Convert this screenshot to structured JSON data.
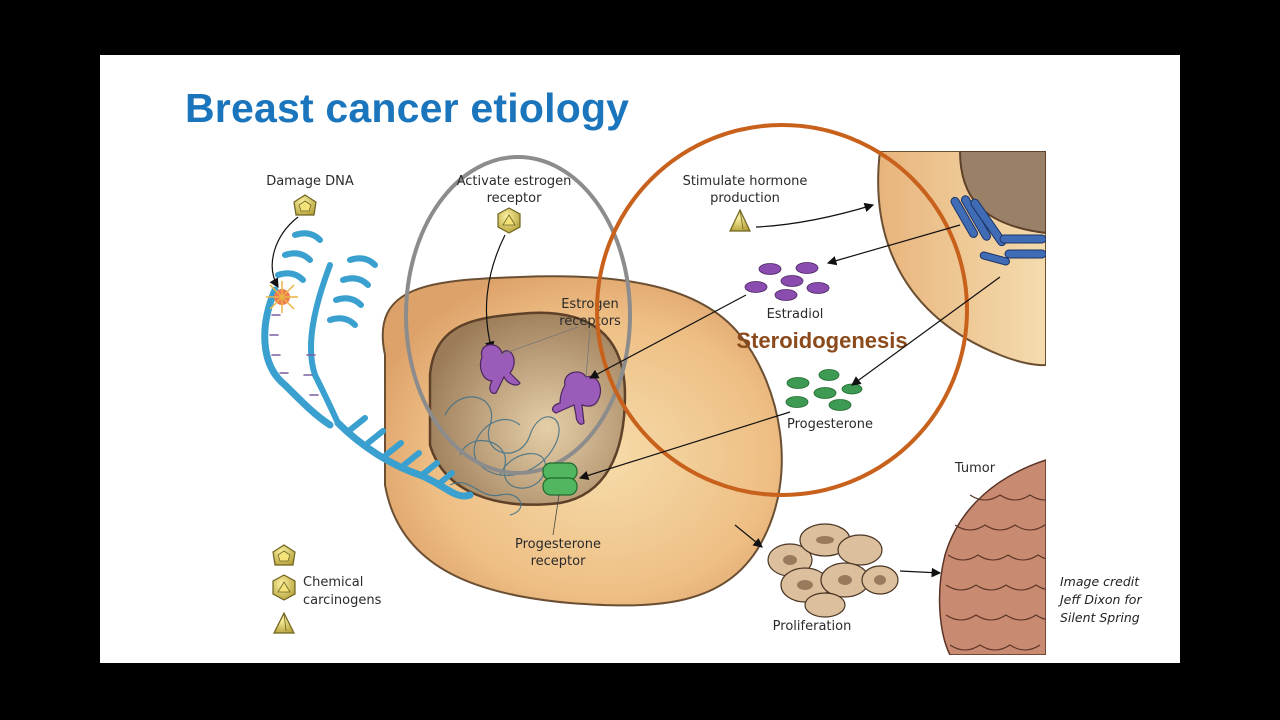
{
  "slide": {
    "title": "Breast cancer etiology",
    "title_color": "#1a75bc",
    "labels": {
      "damage_dna": "Damage DNA",
      "activate_line1": "Activate estrogen",
      "activate_line2": "receptor",
      "stimulate_line1": "Stimulate hormone",
      "stimulate_line2": "production",
      "estrogen_line1": "Estrogen",
      "estrogen_line2": "receptors",
      "estradiol": "Estradiol",
      "steroidogenesis": "Steroidogenesis",
      "progesterone": "Progesterone",
      "pr_line1": "Progesterone",
      "pr_line2": "receptor",
      "chem_line1": "Chemical",
      "chem_line2": "carcinogens",
      "proliferation": "Proliferation",
      "tumor": "Tumor"
    },
    "credit": {
      "line1": "Image credit",
      "line2": "Jeff Dixon for",
      "line3": "Silent Spring"
    },
    "icons": {
      "dodecahedron": "carcinogen-dodecahedron",
      "icosahedron": "carcinogen-icosahedron",
      "tetrahedron": "carcinogen-tetrahedron"
    },
    "colors": {
      "gray_circle": "#8c8c8c",
      "orange_circle": "#c8611c",
      "steroidogenesis": "#8a4a1c",
      "estradiol": "#7b3f9a",
      "progesterone": "#2e8b45",
      "dna": "#3aa0cf"
    }
  }
}
